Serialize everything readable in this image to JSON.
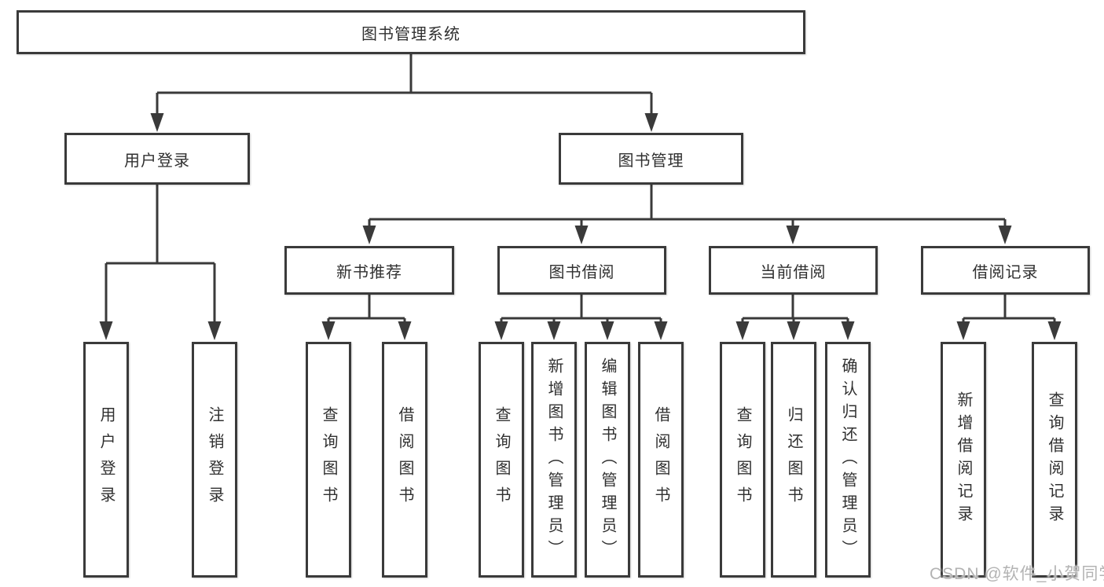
{
  "watermark": "CSDN @软件_小贺同学",
  "colors": {
    "line": "#3a3a3a",
    "node_border": "#3a3a3a",
    "node_text": "#303030",
    "watermark": "#b3b3b3"
  },
  "diagram": {
    "root": {
      "label": "图书管理系统"
    },
    "branches": [
      {
        "label": "用户登录",
        "children": [
          {
            "label": "用户登录"
          },
          {
            "label": "注销登录"
          }
        ]
      },
      {
        "label": "图书管理",
        "children": [
          {
            "label": "新书推荐",
            "children": [
              {
                "label": "查询图书"
              },
              {
                "label": "借阅图书"
              }
            ]
          },
          {
            "label": "图书借阅",
            "children": [
              {
                "label": "查询图书"
              },
              {
                "label": "新增图书（管理员）"
              },
              {
                "label": "编辑图书（管理员）"
              },
              {
                "label": "借阅图书"
              }
            ]
          },
          {
            "label": "当前借阅",
            "children": [
              {
                "label": "查询图书"
              },
              {
                "label": "归还图书"
              },
              {
                "label": "确认归还（管理员）"
              }
            ]
          },
          {
            "label": "借阅记录",
            "children": [
              {
                "label": "新增借阅记录"
              },
              {
                "label": "查询借阅记录"
              }
            ]
          }
        ]
      }
    ]
  }
}
